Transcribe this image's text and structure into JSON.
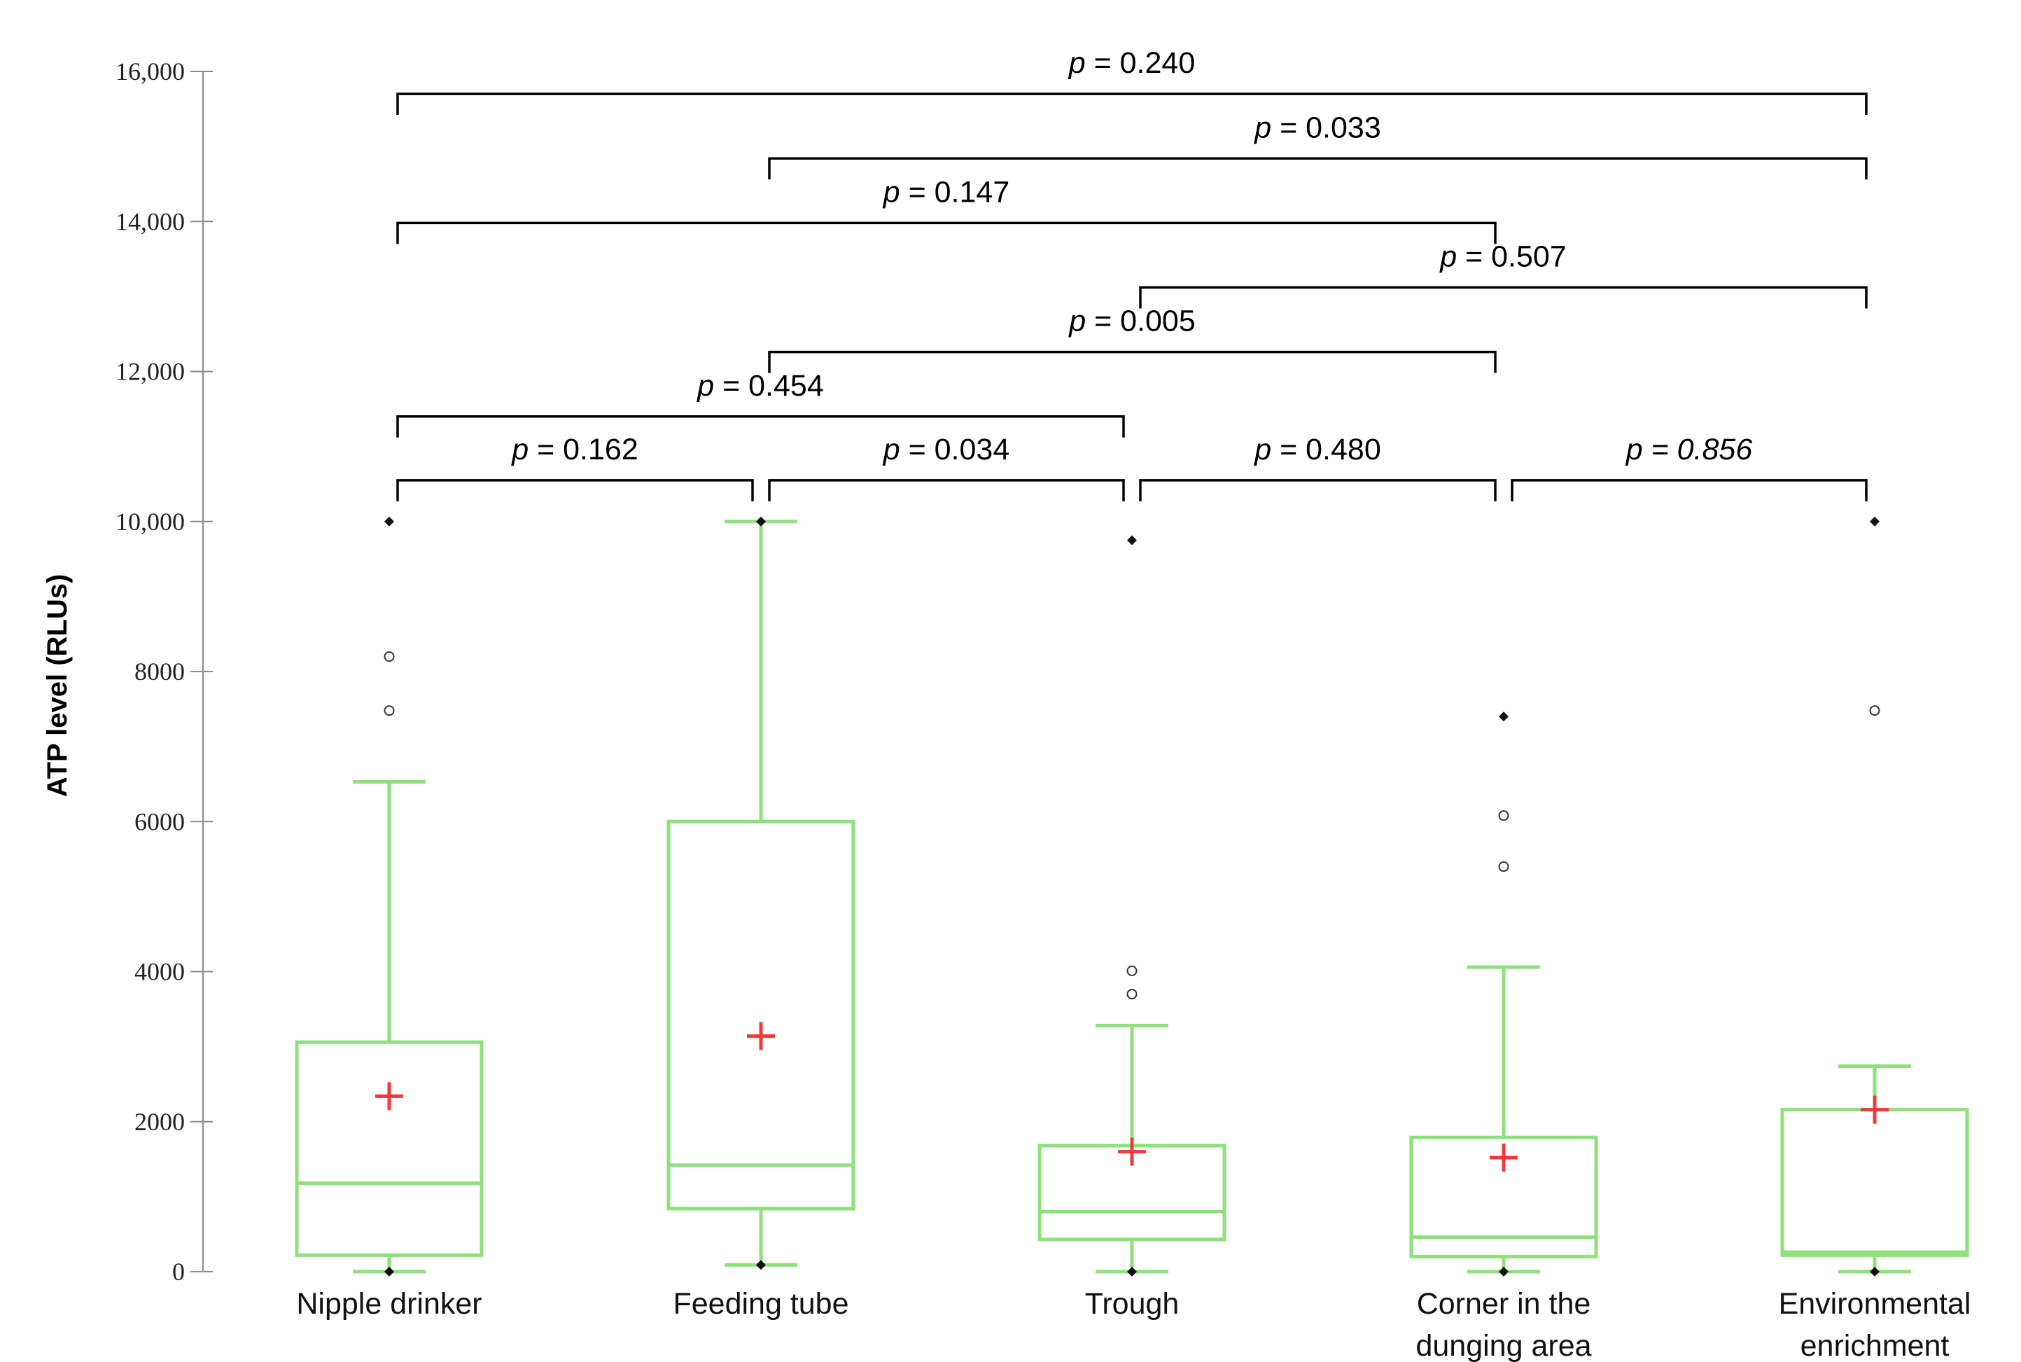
{
  "chart_data": {
    "type": "box",
    "ylabel": "ATP level (RLUs)",
    "ylim": [
      0,
      16000
    ],
    "y_ticks": [
      {
        "value": 0,
        "label": "0"
      },
      {
        "value": 2000,
        "label": "2000"
      },
      {
        "value": 4000,
        "label": "4000"
      },
      {
        "value": 6000,
        "label": "6000"
      },
      {
        "value": 8000,
        "label": "8000"
      },
      {
        "value": 10000,
        "label": "10,000"
      },
      {
        "value": 12000,
        "label": "12,000"
      },
      {
        "value": 14000,
        "label": "14,000"
      },
      {
        "value": 16000,
        "label": "16,000"
      }
    ],
    "categories": [
      {
        "lines": [
          "Nipple  drinker"
        ]
      },
      {
        "lines": [
          "Feeding tube"
        ]
      },
      {
        "lines": [
          "Trough"
        ]
      },
      {
        "lines": [
          "Corner in the",
          "dunging area"
        ]
      },
      {
        "lines": [
          "Environmental",
          "enrichment"
        ]
      }
    ],
    "boxes": [
      {
        "category": "Nipple  drinker",
        "min": 0,
        "q1": 220,
        "median": 1180,
        "q3": 3060,
        "whisker_high": 6530,
        "mean": 2340,
        "outliers": [
          8200,
          7480
        ],
        "extremes": [
          10000,
          0
        ]
      },
      {
        "category": "Feeding tube",
        "min": 90,
        "q1": 840,
        "median": 1420,
        "q3": 6000,
        "whisker_high": 10000,
        "mean": 3140,
        "outliers": [],
        "extremes": [
          10000,
          90
        ]
      },
      {
        "category": "Trough",
        "min": 0,
        "q1": 430,
        "median": 800,
        "q3": 1680,
        "whisker_high": 3280,
        "mean": 1600,
        "outliers": [
          4010,
          3700
        ],
        "extremes": [
          9750,
          0
        ]
      },
      {
        "category": "Corner in the dunging area",
        "min": 0,
        "q1": 200,
        "median": 460,
        "q3": 1790,
        "whisker_high": 4060,
        "mean": 1520,
        "outliers": [
          6080,
          5400
        ],
        "extremes": [
          7400,
          0
        ]
      },
      {
        "category": "Environmental enrichment",
        "min": 0,
        "q1": 220,
        "median": 260,
        "q3": 2160,
        "whisker_high": 2740,
        "mean": 2160,
        "outliers": [
          7480
        ],
        "extremes": [
          10000,
          0
        ]
      }
    ],
    "comparisons": [
      {
        "from": 0,
        "to": 1,
        "p_symbol": "p",
        "p_text": " = 0.162",
        "y": 10550
      },
      {
        "from": 1,
        "to": 2,
        "p_symbol": "p",
        "p_text": " = 0.034",
        "y": 10550
      },
      {
        "from": 2,
        "to": 3,
        "p_symbol": "p",
        "p_text": " = 0.480",
        "y": 10550
      },
      {
        "from": 3,
        "to": 4,
        "p_symbol": "p",
        "p_text": " = 0.856",
        "p_italic": true,
        "y": 10550
      },
      {
        "from": 0,
        "to": 2,
        "p_symbol": "p",
        "p_text": " = 0.454",
        "y": 11400
      },
      {
        "from": 1,
        "to": 3,
        "p_symbol": "p",
        "p_text": " = 0.005",
        "y": 12260
      },
      {
        "from": 2,
        "to": 4,
        "p_symbol": "p",
        "p_text": " = 0.507",
        "y": 13120
      },
      {
        "from": 0,
        "to": 3,
        "p_symbol": "p",
        "p_text": " = 0.147",
        "y": 13980
      },
      {
        "from": 1,
        "to": 4,
        "p_symbol": "p",
        "p_text": " = 0.033",
        "y": 14840
      },
      {
        "from": 0,
        "to": 4,
        "p_symbol": "p",
        "p_text": " = 0.240",
        "y": 15700
      }
    ],
    "colors": {
      "box": "#8ee07a",
      "mean_marker": "#f03a3a",
      "extreme_marker": "#111111",
      "outlier_marker": "#333333",
      "axis": "#8a8a8a",
      "bracket": "#000000"
    },
    "grid": false,
    "legend": "none"
  }
}
